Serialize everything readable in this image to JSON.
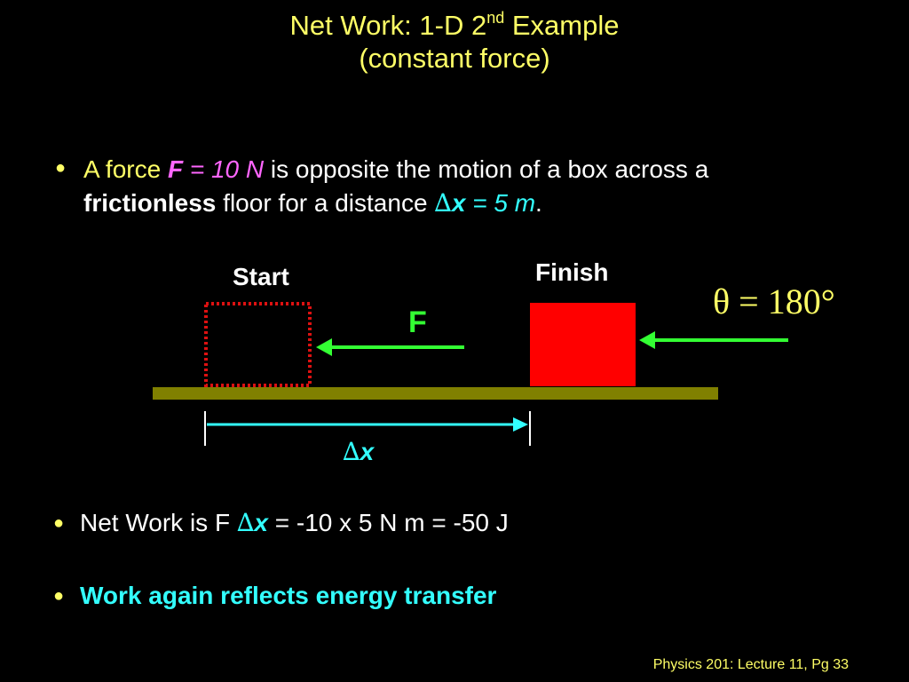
{
  "title": {
    "line1_main": "Net Work: 1-D 2",
    "line1_sup": "nd",
    "line1_tail": " Example",
    "line2": "(constant  force)"
  },
  "bullet1": {
    "t1": "A force ",
    "force_symbol": "F",
    "force_eq": " = 10 N",
    "t2": " is opposite the motion of a box across a",
    "frictionless": "frictionless",
    "t3": " floor for a distance ",
    "delta": "∆",
    "x": "x",
    "dist_eq": " = 5 m",
    "period": "."
  },
  "diagram": {
    "start_label": "Start",
    "finish_label": "Finish",
    "force_label": "F",
    "theta_label": "θ = 180°",
    "dx_delta": "∆",
    "dx_x": "x"
  },
  "bullet2": {
    "t1": "Net Work is F ",
    "delta": "∆",
    "x": "x",
    "t2": " = -10 x 5 N m = -50 J"
  },
  "bullet3": {
    "text": "Work again reflects energy transfer"
  },
  "footer": "Physics 201: Lecture 11, Pg 33",
  "colors": {
    "background": "#000000",
    "title": "#ffff66",
    "force_arrow": "#33ff33",
    "displacement": "#33ffff",
    "floor": "#808000",
    "finish_box": "#ff0000",
    "start_box_outline": "#dd1111"
  }
}
